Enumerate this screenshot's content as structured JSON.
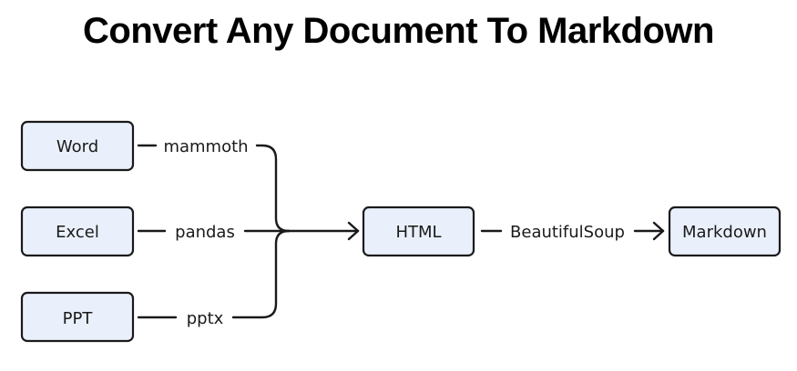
{
  "title": "Convert Any Document To Markdown",
  "nodes": {
    "word": "Word",
    "excel": "Excel",
    "ppt": "PPT",
    "html": "HTML",
    "markdown": "Markdown"
  },
  "edges": {
    "word_to_html": "mammoth",
    "excel_to_html": "pandas",
    "ppt_to_html": "pptx",
    "html_to_markdown": "BeautifulSoup"
  },
  "colors": {
    "node_fill": "#eaf0fb",
    "stroke": "#1a1a1a"
  }
}
